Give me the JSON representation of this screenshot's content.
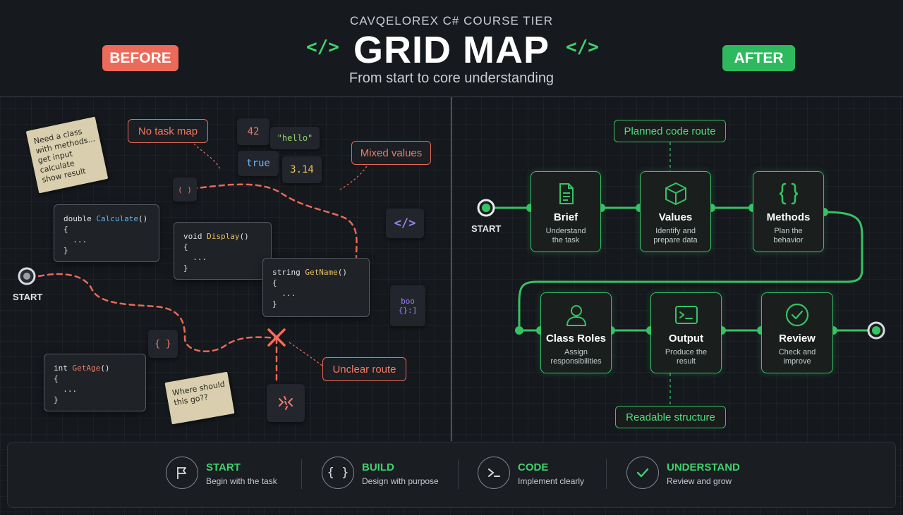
{
  "header": {
    "tier": "CAVQELOREX C# COURSE TIER",
    "title": "GRID MAP",
    "subtitle": "From start to core understanding",
    "code_tag_left": "</>",
    "code_tag_right": "</>",
    "before_label": "BEFORE",
    "after_label": "AFTER"
  },
  "before": {
    "start_label": "START",
    "note_top": [
      "Need a class",
      "with methods...",
      "get input",
      "calculate",
      "show result"
    ],
    "note_bottom": [
      "Where should",
      "this go??"
    ],
    "labels": {
      "no_task_map": "No task map",
      "mixed_values": "Mixed values",
      "unclear_route": "Unclear route"
    },
    "chips": {
      "num_42": "42",
      "hello": "\"hello\"",
      "true_val": "true",
      "pi": "3.14",
      "small_code_tag": "</>",
      "bracket_top": "( )",
      "brace_mid": "{ }",
      "bool_tag": "boo",
      "bool_tag2": "{}:]"
    },
    "code_cards": {
      "calculate": {
        "type": "double ",
        "name": "Calculate",
        "sig": "()",
        "body": [
          "{",
          "  ...",
          "}"
        ]
      },
      "display": {
        "type": "void ",
        "name": "Display",
        "sig": "()",
        "body": [
          "{",
          "  ...",
          "}"
        ]
      },
      "getname": {
        "type": "string ",
        "name": "GetName",
        "sig": "()",
        "body": [
          "{",
          "  ...",
          "}"
        ]
      },
      "getage": {
        "type": "int ",
        "name": "GetAge",
        "sig": "()",
        "body": [
          "{",
          "  ...",
          "}"
        ]
      }
    },
    "colors": {
      "route": "#e86a58",
      "accent_red": "#ec6a5a"
    }
  },
  "after": {
    "start_label": "START",
    "top_label": "Planned code route",
    "bottom_label": "Readable structure",
    "steps": [
      {
        "title": "Brief",
        "desc": "Understand\nthe task",
        "icon": "document-icon"
      },
      {
        "title": "Values",
        "desc": "Identify and\nprepare data",
        "icon": "cube-icon"
      },
      {
        "title": "Methods",
        "desc": "Plan the\nbehavior",
        "icon": "braces-icon"
      },
      {
        "title": "Class Roles",
        "desc": "Assign\nresponsibilities",
        "icon": "person-icon"
      },
      {
        "title": "Output",
        "desc": "Produce the\nresult",
        "icon": "terminal-icon"
      },
      {
        "title": "Review",
        "desc": "Check and\nimprove",
        "icon": "check-circle-icon"
      }
    ],
    "colors": {
      "accent_green": "#35c364"
    }
  },
  "footer": {
    "items": [
      {
        "title": "START",
        "desc": "Begin with the task",
        "icon": "flag-icon"
      },
      {
        "title": "BUILD",
        "desc": "Design with purpose",
        "icon": "braces-icon"
      },
      {
        "title": "CODE",
        "desc": "Implement clearly",
        "icon": "terminal-icon"
      },
      {
        "title": "UNDERSTAND",
        "desc": "Review and grow",
        "icon": "check-icon"
      }
    ]
  }
}
